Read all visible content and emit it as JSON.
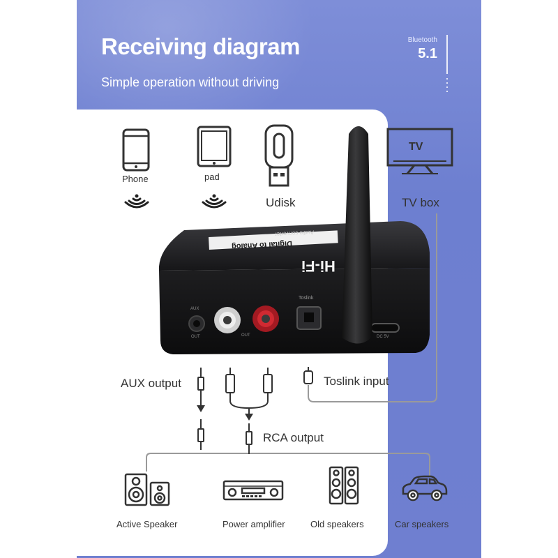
{
  "header": {
    "title": "Receiving diagram",
    "subtitle": "Simple operation without driving",
    "bluetooth_label": "Bluetooth",
    "bluetooth_version": "5.1"
  },
  "sources": {
    "phone": "Phone",
    "pad": "pad",
    "udisk": "Udisk",
    "tv_box": "TV box",
    "tv_text": "TV"
  },
  "device": {
    "hifi_text": "Hi-Fi",
    "label_main": "Digital to Analog",
    "label_sub": "Audio converter",
    "port_aux": "AUX",
    "port_out": "OUT",
    "port_toslink": "Toslink",
    "port_dc": "DC 5V"
  },
  "connections": {
    "aux_output": "AUX output",
    "toslink_input": "Toslink input",
    "rca_output": "RCA output"
  },
  "outputs": {
    "active_speaker": "Active Speaker",
    "power_amplifier": "Power amplifier",
    "old_speakers": "Old speakers",
    "car_speakers": "Car speakers"
  },
  "colors": {
    "panel": "#7384d3",
    "card": "#ffffff",
    "icon": "#333333",
    "device": "#1c1c1e",
    "rca_red": "#c8202a",
    "rca_white": "#eeeeee"
  }
}
